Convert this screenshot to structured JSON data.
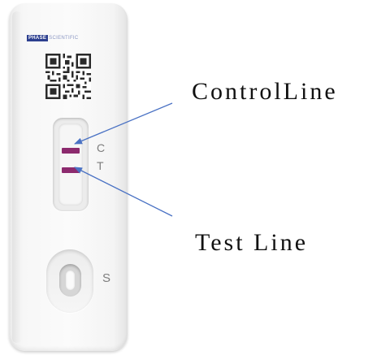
{
  "device": {
    "brand_box": "PHASE",
    "brand_rest": "SCIENTIFIC",
    "window_marks": {
      "control": "C",
      "test": "T"
    },
    "sample_mark": "S",
    "band_color": "#8c2a6e"
  },
  "annotations": {
    "control_label": "ControlLine",
    "test_label": "Test Line",
    "arrow_color": "#4a72c4"
  }
}
